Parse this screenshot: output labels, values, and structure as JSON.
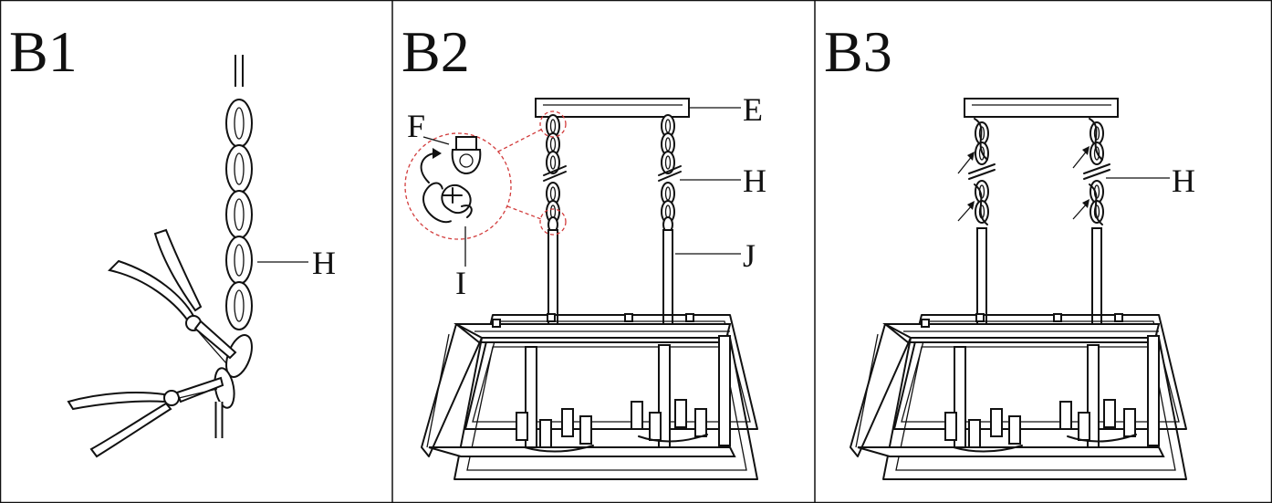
{
  "panels": [
    {
      "title": "B1",
      "labels": {
        "H": "H"
      }
    },
    {
      "title": "B2",
      "labels": {
        "E": "E",
        "F": "F",
        "H": "H",
        "I": "I",
        "J": "J"
      }
    },
    {
      "title": "B3",
      "labels": {
        "H": "H"
      }
    }
  ],
  "colors": {
    "line": "#111111",
    "callout_circle": "#d23c3c"
  },
  "icons": [
    "pliers-icon",
    "chain-icon",
    "canopy-icon",
    "chandelier-icon",
    "rotate-arrow-icon",
    "quick-link-icon"
  ]
}
